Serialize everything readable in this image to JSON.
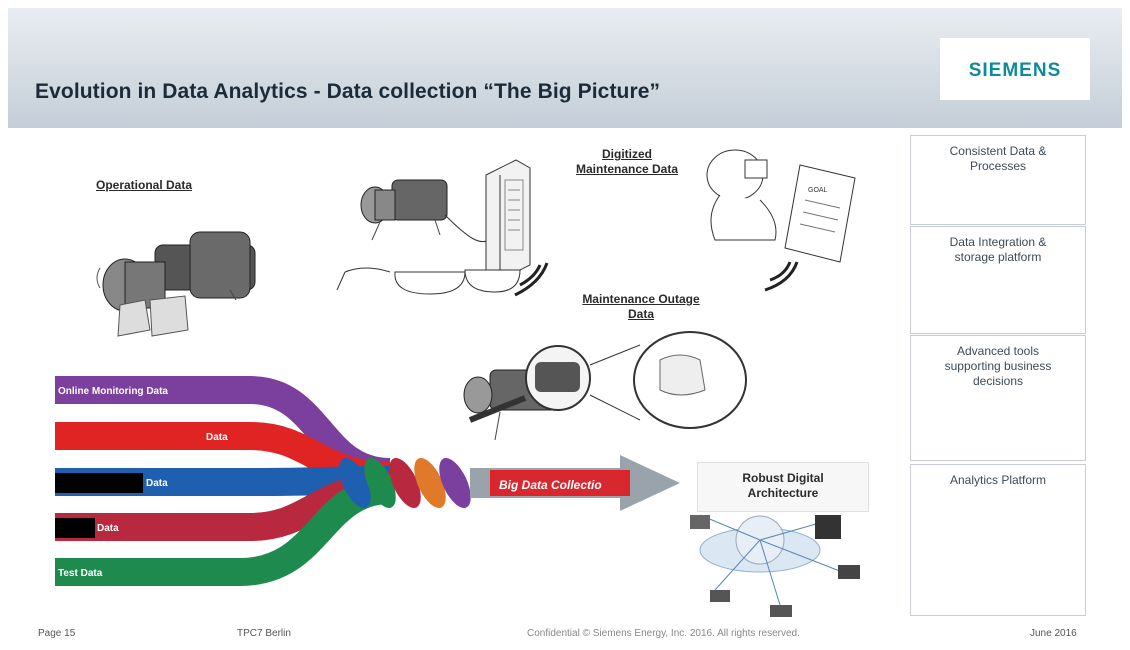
{
  "header": {
    "title": "Evolution in Data Analytics - Data collection “The Big Picture”",
    "logo": "SIEMENS"
  },
  "labels": {
    "operational": "Operational Data",
    "digitized_line1": "Digitized",
    "digitized_line2": "Maintenance Data",
    "outage_line1": "Maintenance Outage",
    "outage_line2": "Data"
  },
  "streams": [
    {
      "label": "Online Monitoring Data",
      "color": "#7b3f9e"
    },
    {
      "label": "Data",
      "color": "#e02424"
    },
    {
      "label": "Data",
      "color": "#1f5fb0"
    },
    {
      "label": "Data",
      "color": "#b8283e"
    },
    {
      "label": "Test Data",
      "color": "#1f8a4d"
    }
  ],
  "big_data": {
    "collection_label": "Big Data Collectio",
    "architecture_line1": "Robust Digital",
    "architecture_line2": "Architecture"
  },
  "panels": [
    {
      "title_line1": "Consistent Data &",
      "title_line2": "Processes"
    },
    {
      "title_line1": "Data Integration &",
      "title_line2": "storage platform"
    },
    {
      "title_line1": "Advanced tools",
      "title_line2": "supporting business",
      "title_line3": "decisions"
    },
    {
      "title_line1": "Analytics Platform"
    }
  ],
  "footer": {
    "page": "Page 15",
    "location": "TPC7 Berlin",
    "confidential": "Confidential © Siemens Energy, Inc. 2016. All rights reserved.",
    "date": "June 2016"
  },
  "colors": {
    "brand": "#0f8a9a",
    "title": "#1c2b3a",
    "accent_red": "#e0232a",
    "panel_chevron": "#b9c6d2"
  }
}
